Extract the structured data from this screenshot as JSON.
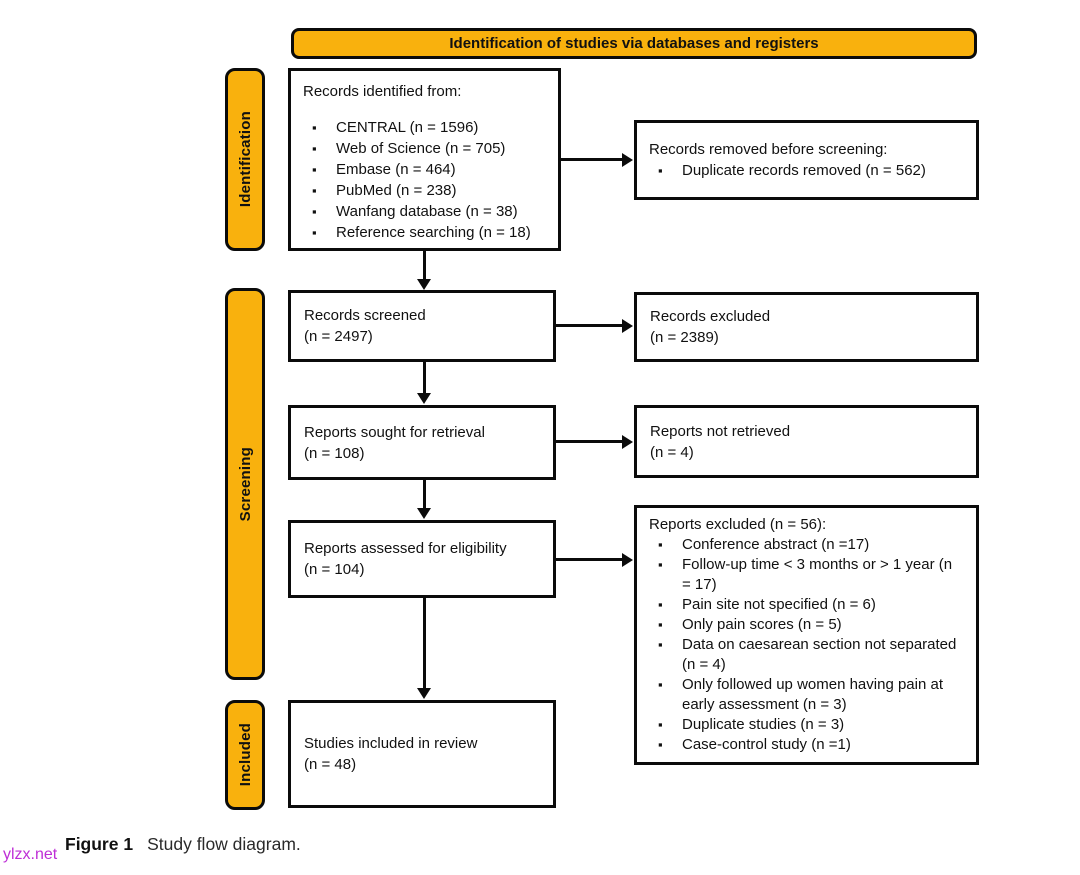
{
  "banner": {
    "label": "Identification of studies via databases and registers"
  },
  "stages": [
    {
      "label": "Identification"
    },
    {
      "label": "Screening"
    },
    {
      "label": "Included"
    }
  ],
  "boxes": {
    "identified": {
      "title": "Records identified from:",
      "items": [
        "CENTRAL (n = 1596)",
        "Web of Science (n = 705)",
        "Embase (n = 464)",
        "PubMed (n = 238)",
        "Wanfang database (n = 38)",
        "Reference searching (n = 18)"
      ]
    },
    "removed": {
      "title": "Records removed before screening:",
      "items": [
        "Duplicate records removed  (n = 562)"
      ]
    },
    "screened": {
      "line1": "Records screened",
      "line2": "(n = 2497)"
    },
    "excluded": {
      "line1": "Records excluded",
      "line2": "(n = 2389)"
    },
    "sought": {
      "line1": "Reports sought for retrieval",
      "line2": "(n = 108)"
    },
    "not_retrieved": {
      "line1": "Reports not retrieved",
      "line2": "(n = 4)"
    },
    "assessed": {
      "line1": "Reports assessed for eligibility",
      "line2": "(n = 104)"
    },
    "reports_excluded": {
      "title": "Reports excluded (n = 56):",
      "items": [
        "Conference abstract (n =17)",
        "Follow-up time < 3 months or > 1 year (n = 17)",
        "Pain site not specified (n = 6)",
        "Only pain scores (n = 5)",
        "Data on caesarean section not separated (n = 4)",
        "Only followed up women having pain at early assessment (n = 3)",
        "Duplicate studies (n = 3)",
        "Case-control study (n =1)"
      ]
    },
    "included": {
      "line1": "Studies included in review",
      "line2": "(n = 48)"
    }
  },
  "caption": {
    "label": "Figure 1",
    "text": "Study flow diagram."
  },
  "watermark": "ylzx.net",
  "colors": {
    "accent": "#F9B10D",
    "watermark": "#BE2ED6"
  }
}
